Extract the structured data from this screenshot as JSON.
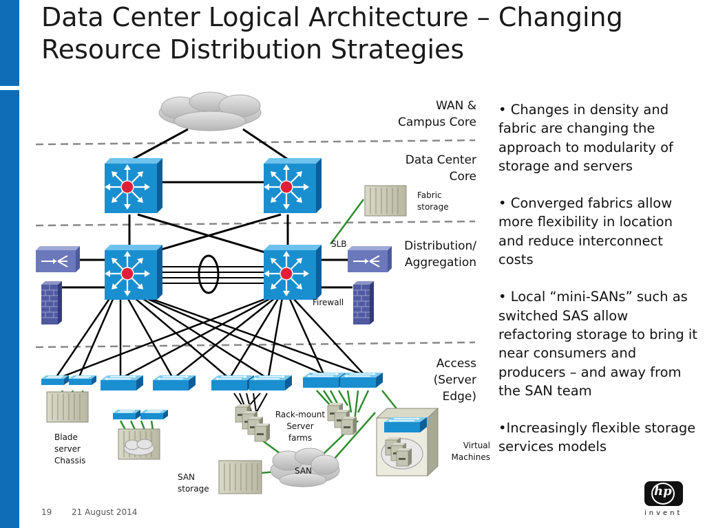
{
  "slide": {
    "title_line1": "Data Center Logical Architecture – Changing",
    "title_line2": "Resource Distribution Strategies",
    "page_number": "19",
    "date": "21 August 2014"
  },
  "tiers": {
    "wan_line1": "WAN &",
    "wan_line2": "Campus Core",
    "dc_core_line1": "Data Center",
    "dc_core_line2": "Core",
    "distribution_line1": "Distribution/",
    "distribution_line2": "Aggregation",
    "access_line1": "Access",
    "access_line2": "(Server",
    "access_line3": "Edge)"
  },
  "labels": {
    "fabric_storage_line1": "Fabric",
    "fabric_storage_line2": "storage",
    "slb": "SLB",
    "firewall": "Firewall",
    "rackmount_line1": "Rack-mount",
    "rackmount_line2": "Server",
    "rackmount_line3": "farms",
    "blade_line1": "Blade",
    "blade_line2": "server",
    "blade_line3": "Chassis",
    "san": "SAN",
    "san_storage_line1": "SAN",
    "san_storage_line2": "storage",
    "virtual_line1": "Virtual",
    "virtual_line2": "Machines"
  },
  "bullets": [
    "• Changes in density and fabric are changing the approach to modularity of storage and servers",
    "• Converged fabrics allow more flexibility in location and reduce interconnect costs",
    "• Local “mini-SANs” such as switched SAS allow refactoring storage to bring it near consumers and producers – and away from the SAN team",
    "•Increasingly flexible storage services models"
  ],
  "logo": {
    "mark": "hp",
    "tagline": "invent"
  },
  "colors": {
    "accent_blue": "#0f6db7",
    "switch_blue": "#1a8fd0",
    "switch_red": "#e0203a",
    "cloud_gray": "#c9c9c9",
    "storage_green": "#2d8c2d"
  }
}
